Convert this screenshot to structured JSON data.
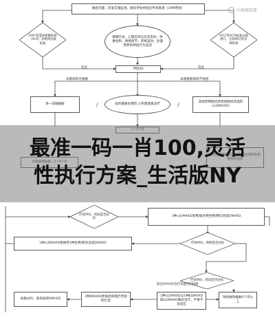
{
  "top_box": "确定问题，开发实施监测，影响评估并提出专项来源（GMP原则）",
  "left_diamond": "1997年亚洲金融危机（ACR）对机构分类标准",
  "right_diamond": "2017年ACR标准分类修订，全新修订的大体标准",
  "center_ellipse": "健康饮食，心理支持与生态友好，体重控制，情绪调节，有氧运动，合理营养和持续行为监测",
  "left_label_top": "符合",
  "right_label_top": "符合",
  "eval_box": "评估RA",
  "branch_left_label": "早期病情无缓解",
  "branch_right_label": "早期缓解病情不理想",
  "left_mid_box": "单一早期缓解",
  "center_mid_ellipse": "低剂量联合用药,小剂量激素治疗",
  "right_mid_box": "其他药物联合改善病情抗风湿药（csDMARD）",
  "slash_left": "/",
  "slash_right": "/",
  "small_box": "1~3个月",
  "hidden_left_box": "早期病情缓解，3~6个月",
  "hidden_right_box": "其他生物制剂与其他靶向合成改善病情抗风湿药",
  "banner_line1": "最准一码一肖100,灵活",
  "banner_line2": "性执行方案_生活版NY",
  "eval_diamond_1": "疗效评价，检验是否达标",
  "step_box_1": "1种csDMARD单用/联合用生物/靶向合成DMARD",
  "step_box_2": "1种csDMARD更换另1种生物/靶向合成DMARD",
  "eval_diamond_2": "疗效评价，判断是否达标",
  "eval_diamond_3": "疗效评价，检验是否达标",
  "sustained_box": "持续维持缓解6个月以上",
  "bottom_box_1": "联合DMARD治疗未能控制病情",
  "bottom_box_2": "1种csDMARD与1种bDMARD或tsDMARD联合治疗，严重不良反应",
  "bottom_box_3": "3种DMARD更换后病情仍然控制欠佳",
  "bottom_box_4": "未确诊时，逐渐减停DMARD",
  "watermark": "川木网文库"
}
